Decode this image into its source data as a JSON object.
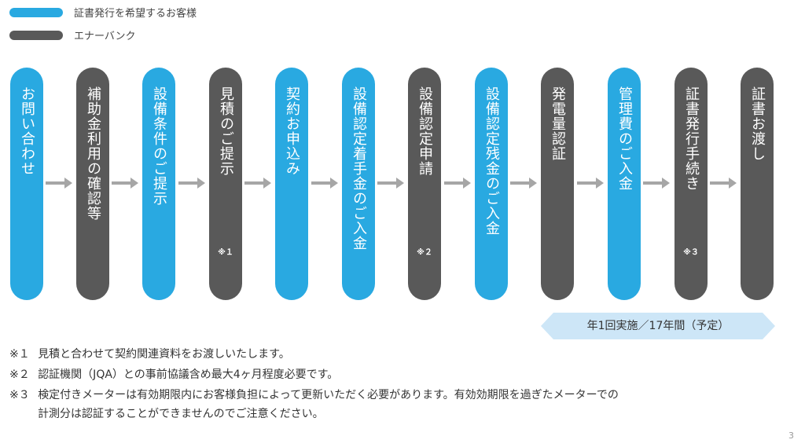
{
  "legend": [
    {
      "label": "証書発行を希望するお客様",
      "color": "#29A9E1"
    },
    {
      "label": "エナーバンク",
      "color": "#595959"
    }
  ],
  "steps": [
    {
      "label": "お問い合わせ",
      "color": "#29A9E1",
      "note": ""
    },
    {
      "label": "補助金利用の確認等",
      "color": "#595959",
      "note": ""
    },
    {
      "label": "設備条件のご提示",
      "color": "#29A9E1",
      "note": ""
    },
    {
      "label": "見積のご提示",
      "color": "#595959",
      "note": "※１"
    },
    {
      "label": "契約お申込み",
      "color": "#29A9E1",
      "note": ""
    },
    {
      "label": "設備認定着手金のご入金",
      "color": "#29A9E1",
      "note": ""
    },
    {
      "label": "設備認定申請",
      "color": "#595959",
      "note": "※２"
    },
    {
      "label": "設備認定残金のご入金",
      "color": "#29A9E1",
      "note": ""
    },
    {
      "label": "発電量認証",
      "color": "#595959",
      "note": ""
    },
    {
      "label": "管理費のご入金",
      "color": "#29A9E1",
      "note": ""
    },
    {
      "label": "証書発行手続き",
      "color": "#595959",
      "note": "※３"
    },
    {
      "label": "証書お渡し",
      "color": "#595959",
      "note": ""
    }
  ],
  "arrow_color": "#A6A6A6",
  "period_banner": {
    "label": "年1回実施／17年間（予定）",
    "color": "#CDE6F7"
  },
  "notes": [
    {
      "mark": "※１",
      "text": "見積と合わせて契約関連資料をお渡しいたします。"
    },
    {
      "mark": "※２",
      "text": "認証機関（JQA）との事前協議含め最大4ヶ月程度必要です。"
    },
    {
      "mark": "※３",
      "text": "検定付きメーターは有効期限内にお客様負担によって更新いただく必要があります。有効効期限を過ぎたメーターでの"
    }
  ],
  "note3_continuation": "計測分は認証することができませんのでご注意ください。",
  "page_number": "3"
}
